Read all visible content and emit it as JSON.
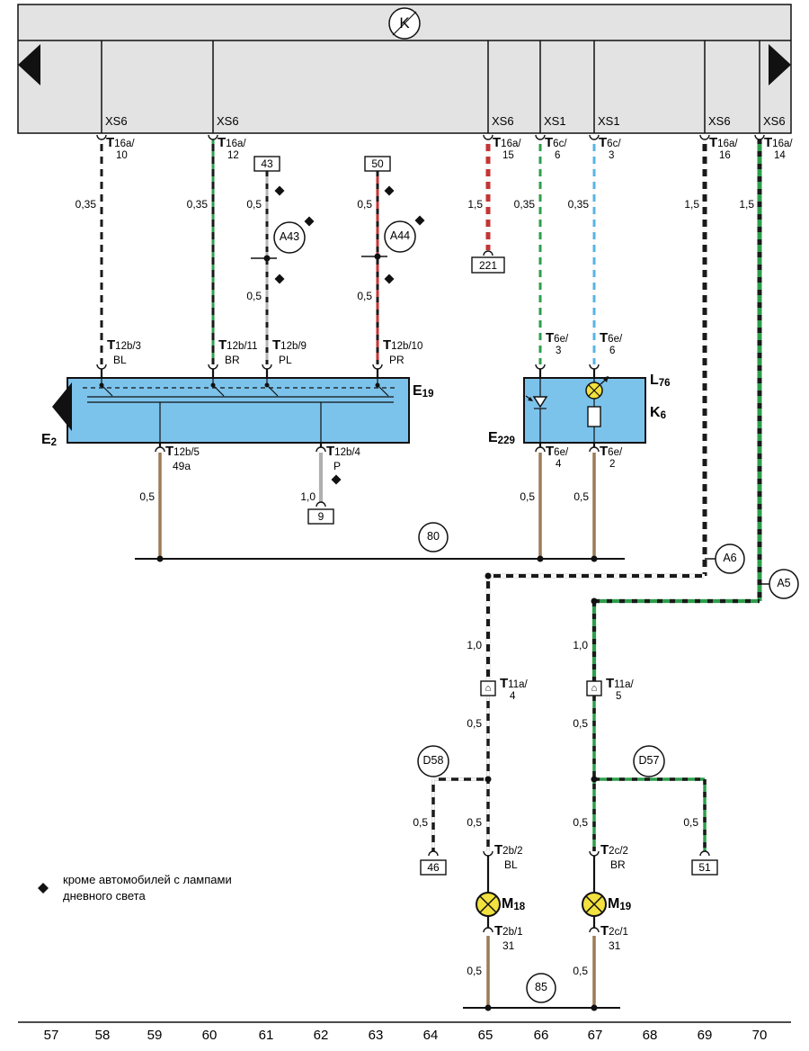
{
  "bus": {
    "label": "K"
  },
  "top_pins": [
    {
      "xs": "XS6",
      "t": "T",
      "sub": "16a/",
      "pin": "10",
      "gauge": "0,35"
    },
    {
      "xs": "XS6",
      "t": "T",
      "sub": "16a/",
      "pin": "12",
      "gauge": "0,35"
    },
    {
      "xs": "XS6",
      "t": "T",
      "sub": "16a/",
      "pin": "15",
      "gauge": "1,5"
    },
    {
      "xs": "XS1",
      "t": "T",
      "sub": "6c/",
      "pin": "6",
      "gauge": "0,35"
    },
    {
      "xs": "XS1",
      "t": "T",
      "sub": "6c/",
      "pin": "3",
      "gauge": "0,35"
    },
    {
      "xs": "XS6",
      "t": "T",
      "sub": "16a/",
      "pin": "16",
      "gauge": "1,5"
    },
    {
      "xs": "XS6",
      "t": "T",
      "sub": "16a/",
      "pin": "14",
      "gauge": "1,5"
    }
  ],
  "links_top": {
    "f43": {
      "ref": "43",
      "gauge_top": "0,5",
      "label": "A43",
      "gauge_bottom": "0,5"
    },
    "f50": {
      "ref": "50",
      "gauge_top": "0,5",
      "label": "A44",
      "gauge_bottom": "0,5"
    },
    "ref_221": "221"
  },
  "e19": {
    "label_t": "E",
    "label_n": "19",
    "arrow_t": "E",
    "arrow_n": "2",
    "top": [
      {
        "t": "T",
        "sub": "12b/3",
        "code": "BL"
      },
      {
        "t": "T",
        "sub": "12b/11",
        "code": "BR"
      },
      {
        "t": "T",
        "sub": "12b/9",
        "code": "PL"
      },
      {
        "t": "T",
        "sub": "12b/10",
        "code": "PR"
      }
    ],
    "bottom": [
      {
        "t": "T",
        "sub": "12b/5",
        "code": "49a",
        "gauge": "0,5"
      },
      {
        "t": "T",
        "sub": "12b/4",
        "code": "P",
        "gauge": "1,0",
        "ref": "9"
      }
    ]
  },
  "e229": {
    "label_t": "E",
    "label_n": "229",
    "l76_t": "L",
    "l76_n": "76",
    "k6_t": "K",
    "k6_n": "6",
    "top": [
      {
        "t": "T",
        "sub": "6e/",
        "pin": "3"
      },
      {
        "t": "T",
        "sub": "6e/",
        "pin": "6"
      }
    ],
    "bottom": [
      {
        "t": "T",
        "sub": "6e/",
        "pin": "4",
        "gauge": "0,5"
      },
      {
        "t": "T",
        "sub": "6e/",
        "pin": "2",
        "gauge": "0,5"
      }
    ]
  },
  "grounds": {
    "g80": "80",
    "g85": "85"
  },
  "plus_links": {
    "a6": "A6",
    "a5": "A5"
  },
  "left_chain": {
    "gauge1": "1,0",
    "t": "T",
    "sub": "11a/",
    "pin": "4",
    "gauge2": "0,5",
    "splice": "D58",
    "spur_gauge": "0,5",
    "spur_ref": "46",
    "gauge3": "0,5",
    "top_t": "T",
    "top_sub": "2b/2",
    "top_code": "BL",
    "lamp_t": "M",
    "lamp_n": "18",
    "bot_t": "T",
    "bot_sub": "2b/1",
    "bot_code": "31",
    "gauge4": "0,5"
  },
  "right_chain": {
    "gauge1": "1,0",
    "t": "T",
    "sub": "11a/",
    "pin": "5",
    "gauge2": "0,5",
    "splice": "D57",
    "spur_gauge": "0,5",
    "spur_ref": "51",
    "gauge3": "0,5",
    "top_t": "T",
    "top_sub": "2c/2",
    "top_code": "BR",
    "lamp_t": "M",
    "lamp_n": "19",
    "bot_t": "T",
    "bot_sub": "2c/1",
    "bot_code": "31",
    "gauge4": "0,5"
  },
  "legend": {
    "line1": "кроме автомобилей с лампами",
    "line2": "дневного света"
  },
  "tracks": [
    "57",
    "58",
    "59",
    "60",
    "61",
    "62",
    "63",
    "64",
    "65",
    "66",
    "67",
    "68",
    "69",
    "70"
  ],
  "icons": {
    "connector_house": "⌂"
  },
  "colors": {
    "bus_gray": "#e3e3e3",
    "component_blue": "#7cc3ec",
    "lamp_yellow": "#f2e13e",
    "wire_black": "#1a1a1a",
    "wire_white": "#f8f8f8",
    "wire_green": "#2e9e4c",
    "wire_blue": "#58b4e4",
    "wire_red": "#c43434",
    "wire_gray": "#b6b6b6",
    "wire_brown": "#9d7b57"
  }
}
